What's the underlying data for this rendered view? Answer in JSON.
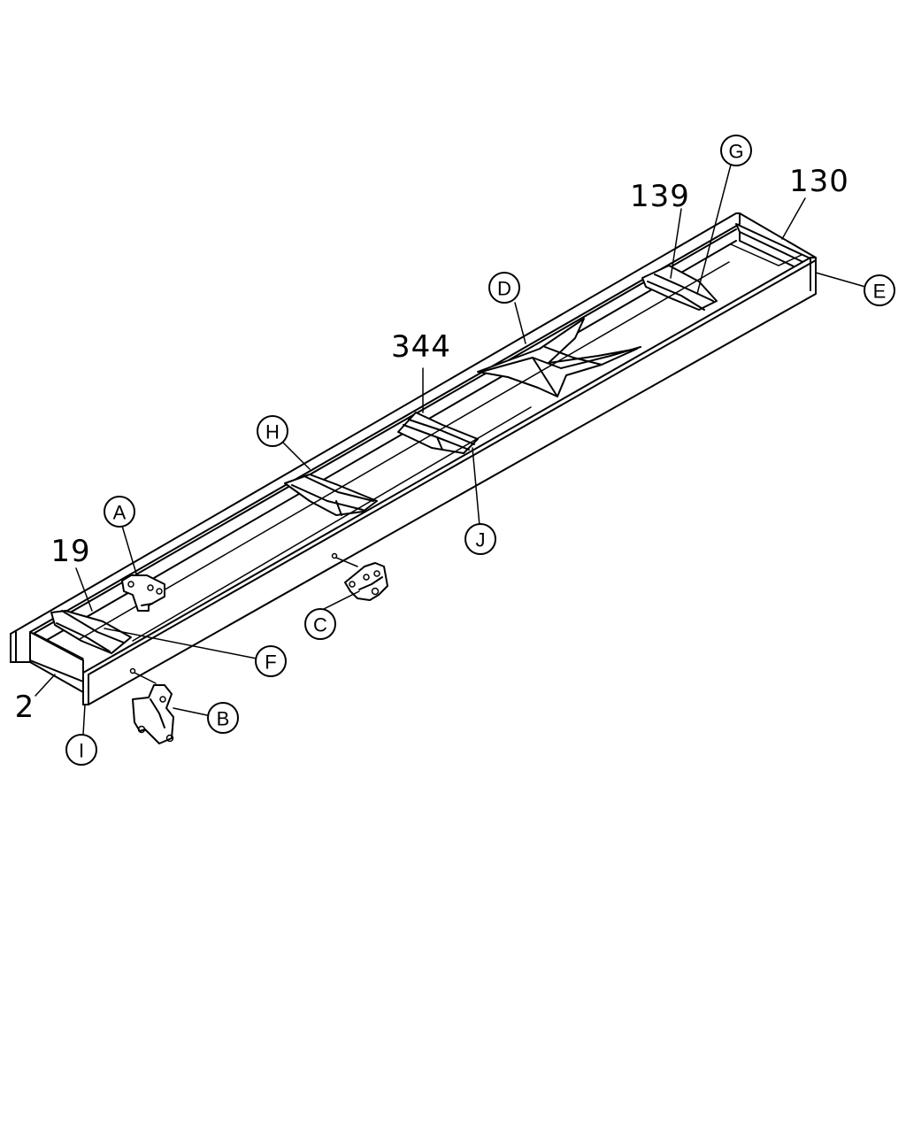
{
  "callouts": {
    "A": "A",
    "B": "B",
    "C": "C",
    "D": "D",
    "E": "E",
    "F": "F",
    "G": "G",
    "H": "H",
    "I": "I",
    "J": "J"
  },
  "part_numbers": {
    "p130": "130",
    "p139": "139",
    "p344": "344",
    "p19": "19",
    "p2": "2"
  }
}
